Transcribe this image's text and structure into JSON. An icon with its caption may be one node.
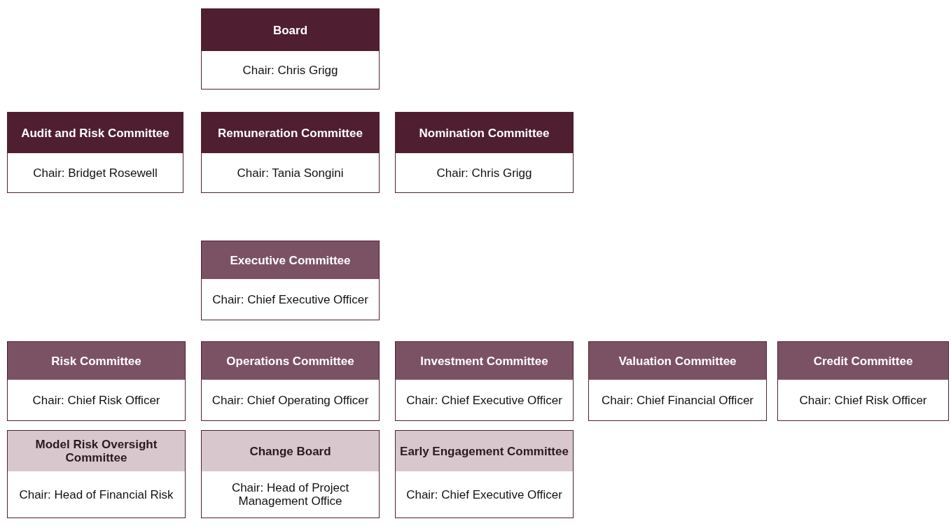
{
  "diagram": {
    "nodes": [
      {
        "text": [
          "Board",
          "Chair: Chris Grigg"
        ]
      },
      {
        "text": [
          "Audit and Risk Committee",
          "Chair: Bridget Rosewell"
        ]
      },
      {
        "text": [
          "Remuneration Committee",
          "Chair: Tania Songini"
        ]
      },
      {
        "text": [
          "Nomination Committee",
          "Chair: Chris Grigg"
        ]
      },
      {
        "text": [
          "Executive Committee",
          "Chair: Chief Executive Officer"
        ]
      },
      {
        "text": [
          "Risk Committee",
          "Chair: Chief Risk Officer"
        ]
      },
      {
        "text": [
          "Operations Committee",
          "Chair: Chief Operating Officer"
        ]
      },
      {
        "text": [
          "Investment Committee",
          "Chair: Chief Executive Officer"
        ]
      },
      {
        "text": [
          "Valuation Committee",
          "Chair: Chief Financial Officer"
        ]
      },
      {
        "text": [
          "Credit Committee",
          "Chair: Chief Risk Officer"
        ]
      },
      {
        "text": [
          "Model Risk Oversight Committee",
          "Chair: Head of Financial Risk"
        ]
      },
      {
        "text": [
          "Change Board",
          "Chair: Head of Project Management Office"
        ]
      },
      {
        "text": [
          "Early Engagement Committee",
          "Chair: Chief Executive Officer"
        ]
      }
    ]
  }
}
